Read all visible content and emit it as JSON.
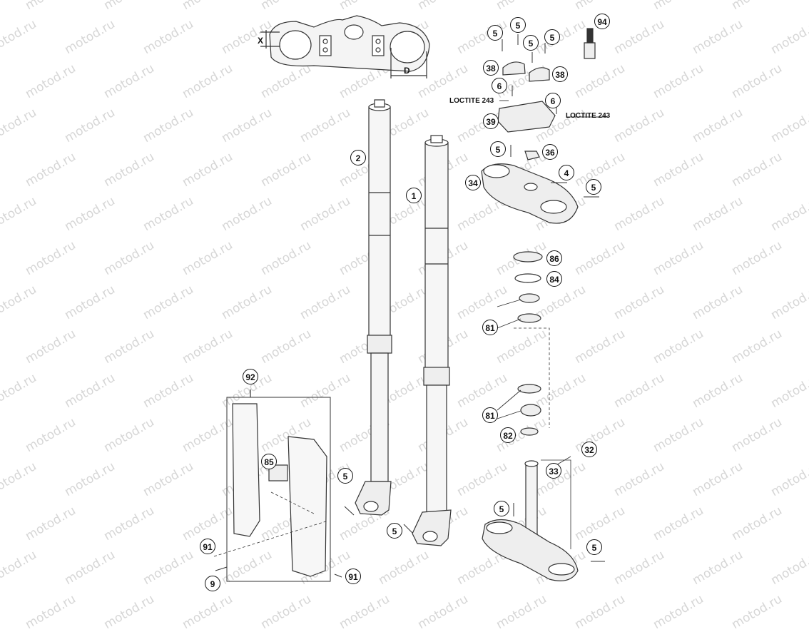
{
  "watermark": "motod.ru",
  "notes": {
    "loctite_left": "LOCTITE 243",
    "loctite_right": "LOCTITE 243"
  },
  "dims": {
    "x": "X",
    "d": "D"
  },
  "callouts": {
    "c1": "1",
    "c2": "2",
    "c4": "4",
    "c5a": "5",
    "c5b": "5",
    "c5c": "5",
    "c5d": "5",
    "c5e": "5",
    "c5f": "5",
    "c5g": "5",
    "c5h": "5",
    "c6a": "6",
    "c6b": "6",
    "c9": "9",
    "c32": "32",
    "c33": "33",
    "c34": "34",
    "c36": "36",
    "c38a": "38",
    "c38b": "38",
    "c39": "39",
    "c81a": "81",
    "c81b": "81",
    "c82": "82",
    "c84": "84",
    "c85": "85",
    "c86": "86",
    "c91a": "91",
    "c91b": "91",
    "c92": "92",
    "c94": "94"
  }
}
